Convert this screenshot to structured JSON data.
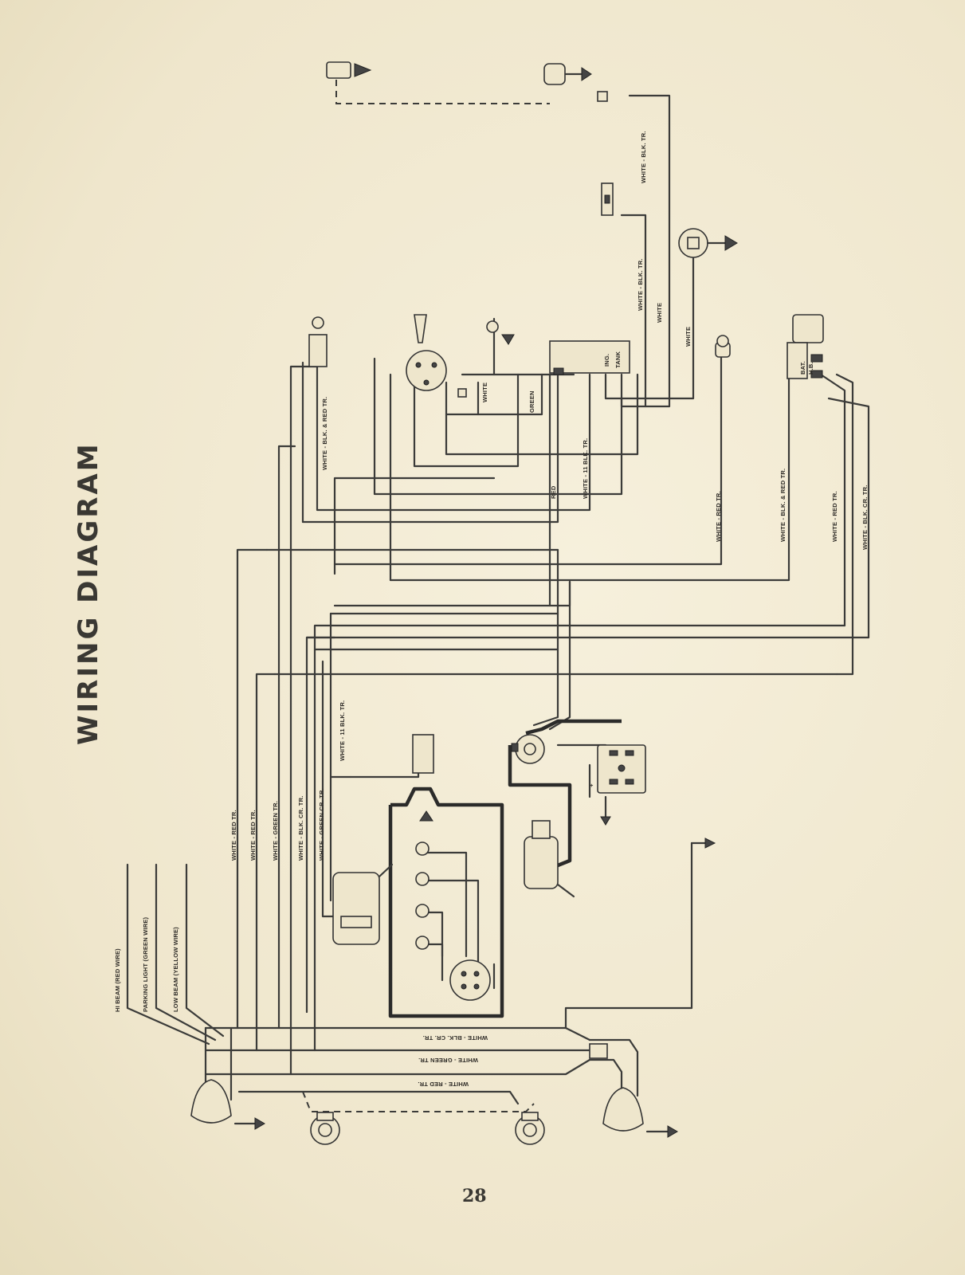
{
  "title": "WIRING DIAGRAM",
  "page_number": "28",
  "colors": {
    "paper": "#f1ead4",
    "ink": "#3b3b39"
  },
  "legend": {
    "hi_beam": "HI BEAM (RED WIRE)",
    "parking_light": "PARKING LIGHT (GREEN WIRE)",
    "low_beam": "LOW BEAM (YELLOW WIRE)"
  },
  "labels": {
    "w_red_tr_1": "WHITE - RED TR.",
    "w_red_tr_2": "WHITE - RED TR.",
    "w_green_tr": "WHITE - GREEN TR.",
    "w_blk_cr_tr_1": "WHITE - BLK. CR. TR.",
    "w_green_cr_tr": "WHITE - GREEN CR. TR.",
    "w_11_blk_tr_1": "WHITE - 11 BLK. TR.",
    "w_blk_red_tr_1": "WHITE - BLK. & RED TR.",
    "red": "RED",
    "w_11_blk_tr_2": "WHITE - 11 BLK. TR.",
    "green": "GREEN",
    "white_1": "WHITE",
    "ing": "ING.",
    "tank": "TANK",
    "w_blk_tr_1": "WHITE - BLK. TR.",
    "white_2": "WHITE",
    "w_blk_tr_2": "WHITE - BLK. TR.",
    "white_3": "WHITE",
    "w_red_tr_3": "WHITE - RED TR.",
    "w_blk_red_tr_2": "WHITE - BLK. & RED TR.",
    "w_red_tr_4": "WHITE - RED TR.",
    "w_blk_cr_tr_2": "WHITE - BLK. CR. TR.",
    "bat": "BAT.",
    "hb": "H.B.",
    "bottom_blk_cr": "WHITE - BLK. CR. TR.",
    "bottom_green": "WHITE - GREEN TR.",
    "bottom_red": "WHITE - RED TR."
  }
}
